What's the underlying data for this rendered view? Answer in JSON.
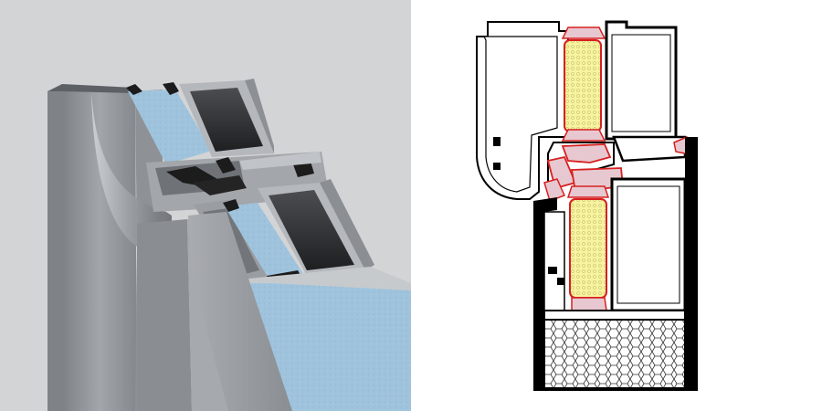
{
  "figure": {
    "panels": [
      {
        "id": "render",
        "kind": "3d-cutaway-render",
        "background": "#d3d4d6"
      },
      {
        "id": "section",
        "kind": "2d-technical-cross-section",
        "background": "#ffffff"
      }
    ]
  },
  "colors": {
    "render_background": "#d3d4d6",
    "aluminium_light": "#c5c8cc",
    "aluminium_mid": "#9a9ea3",
    "aluminium_dark": "#6f7378",
    "cavity_dark": "#2a2b2d",
    "insulation_panel_blue": "#9fc3dc",
    "gasket_black": "#1c1c1c",
    "section_profile": "#000000",
    "section_insulation_yellow": "#f7f3a0",
    "section_gasket_red": "#d62020",
    "section_gasket_fill": "#e8c8d0",
    "section_honeycomb": "#333333"
  },
  "legend": [],
  "annotations": []
}
